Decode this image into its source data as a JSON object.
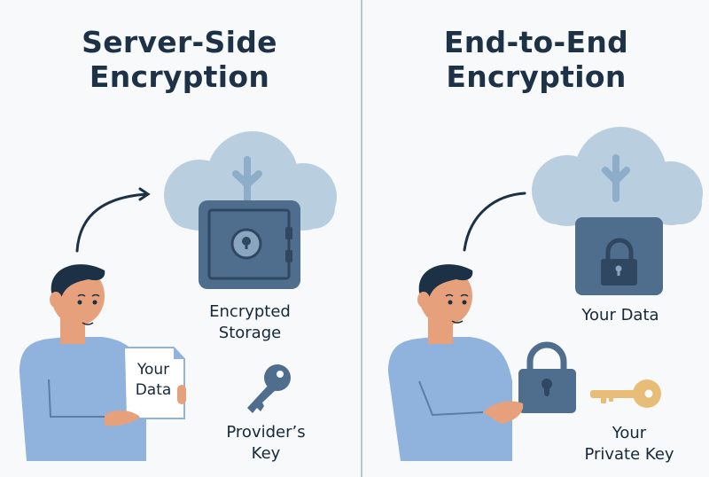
{
  "left_panel": {
    "title_line1": "Server-Side",
    "title_line2": "Encryption",
    "storage_label_line1": "Encrypted",
    "storage_label_line2": "Storage",
    "document_label_line1": "Your",
    "document_label_line2": "Data",
    "key_label_line1": "Provider’s",
    "key_label_line2": "Key",
    "icons": [
      "cloud-icon",
      "safe-icon",
      "arrow-icon",
      "person-icon",
      "document-icon",
      "key-icon"
    ]
  },
  "right_panel": {
    "title_line1": "End-to-End",
    "title_line2": "Encryption",
    "data_label": "Your Data",
    "key_label_line1": "Your",
    "key_label_line2": "Private Key",
    "icons": [
      "cloud-icon",
      "lock-box-icon",
      "arc-icon",
      "person-icon",
      "padlock-icon",
      "key-icon"
    ]
  },
  "colors": {
    "title": "#1e3247",
    "cloud": "#b9cfe0",
    "safe": "#4f6e8e",
    "safe_dark": "#2f4760",
    "shirt": "#8fb3dd",
    "skin": "#e7a07c",
    "hair": "#1d3146",
    "provider_key": "#4f6e8e",
    "private_key": "#e8bd78",
    "divider": "#b9c6d0"
  }
}
